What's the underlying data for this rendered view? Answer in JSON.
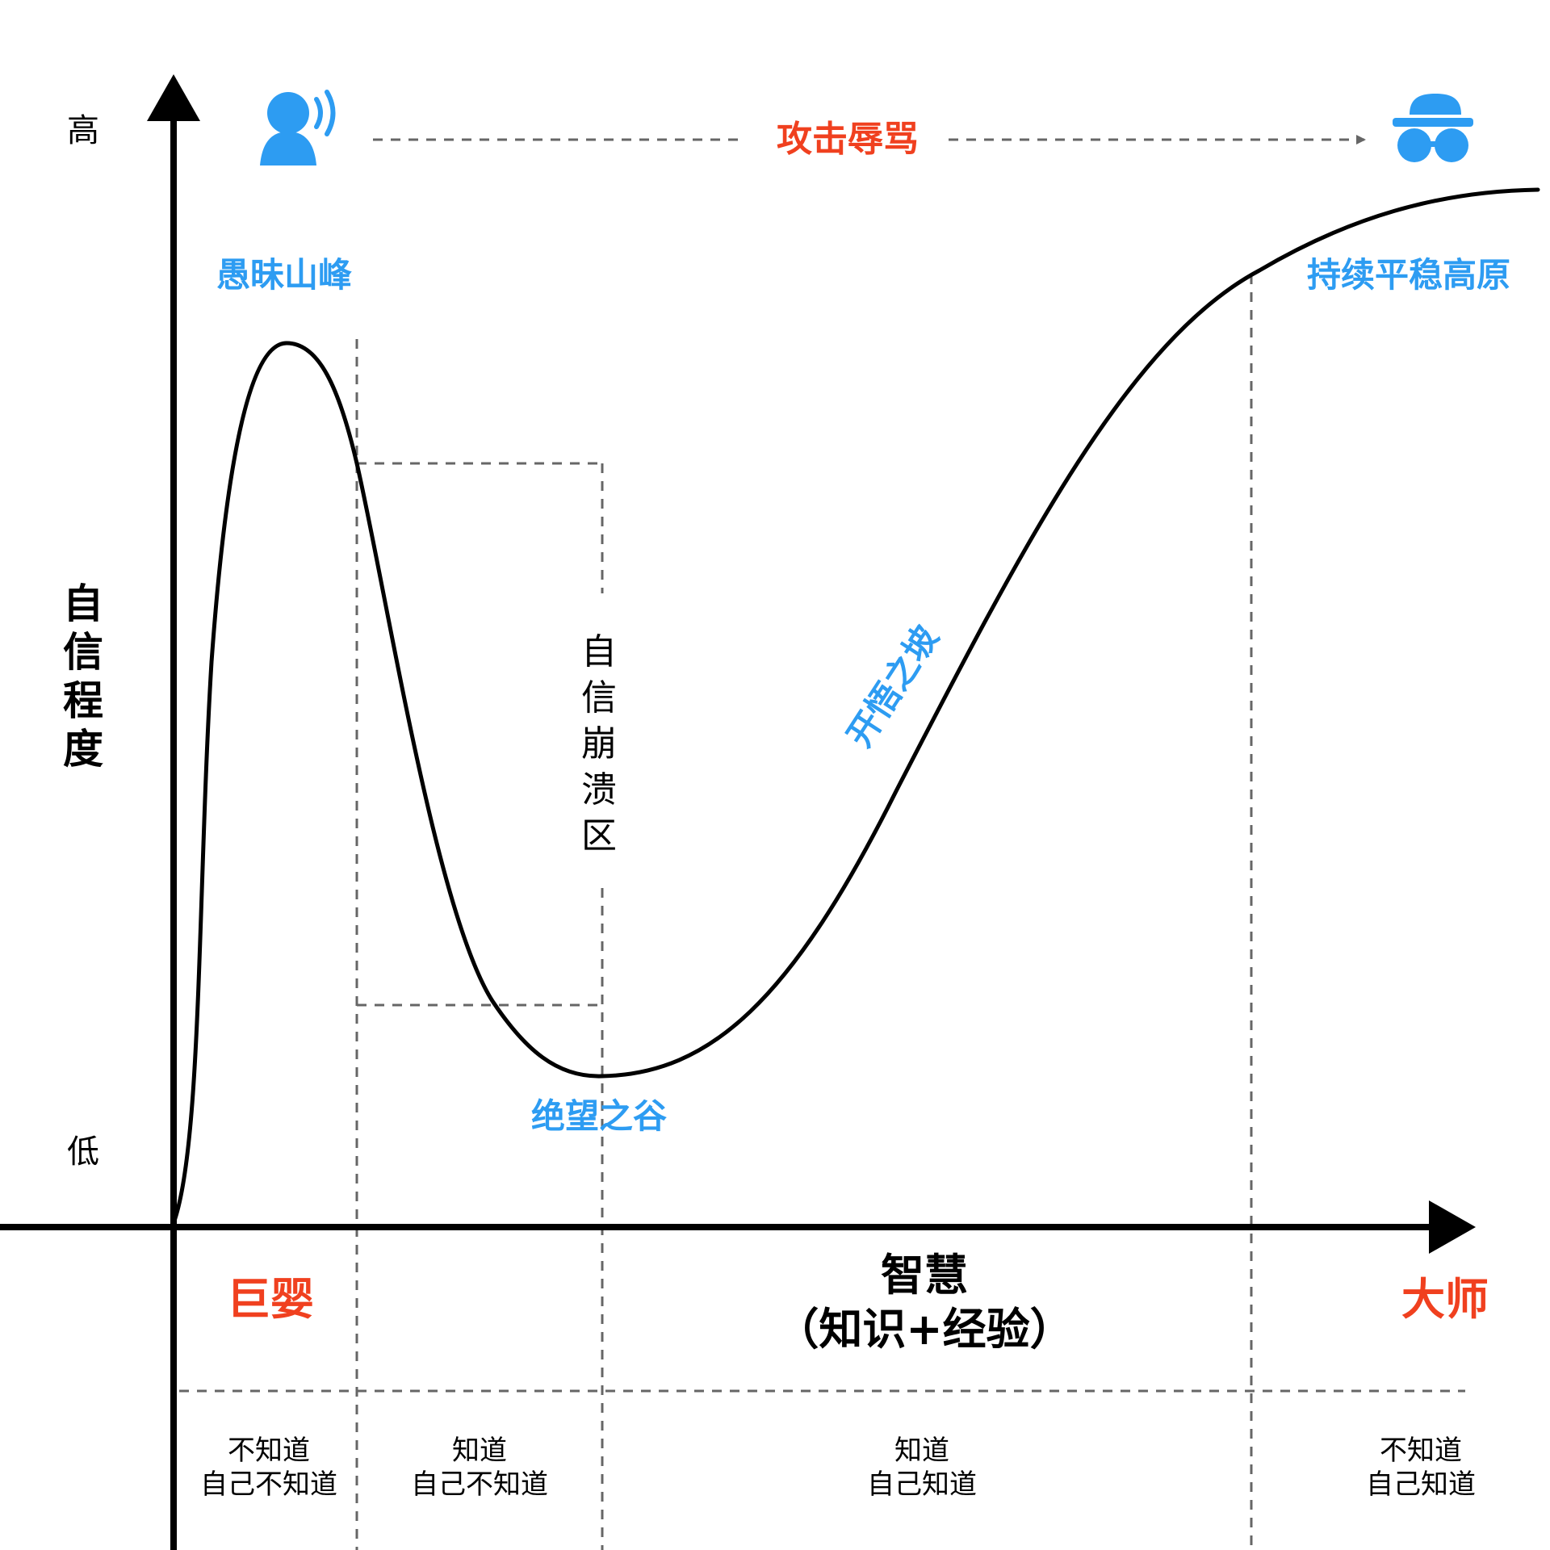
{
  "y_axis": {
    "high_label": "高",
    "low_label": "低",
    "title": "自信程度"
  },
  "x_axis": {
    "title_line1": "智慧",
    "title_line2": "（知识+经验）"
  },
  "top_arrow": {
    "label": "攻击辱骂"
  },
  "stages": {
    "peak": "愚昧山峰",
    "collapse": "自信崩溃区",
    "valley": "绝望之谷",
    "slope": "开悟之坡",
    "plateau": "持续平稳高原"
  },
  "roles": {
    "beginner": "巨婴",
    "master": "大师"
  },
  "quadrants": [
    {
      "line1": "不知道",
      "line2": "自己不知道"
    },
    {
      "line1": "知道",
      "line2": "自己不知道"
    },
    {
      "line1": "知道",
      "line2": "自己知道"
    },
    {
      "line1": "不知道",
      "line2": "自己知道"
    }
  ],
  "icons": {
    "speaker": "person-speaking-icon",
    "master": "incognito-hat-glasses-icon"
  },
  "colors": {
    "accent_blue": "#2D9CF2",
    "accent_red": "#F0401F",
    "ink": "#000000",
    "dash": "#666666"
  }
}
